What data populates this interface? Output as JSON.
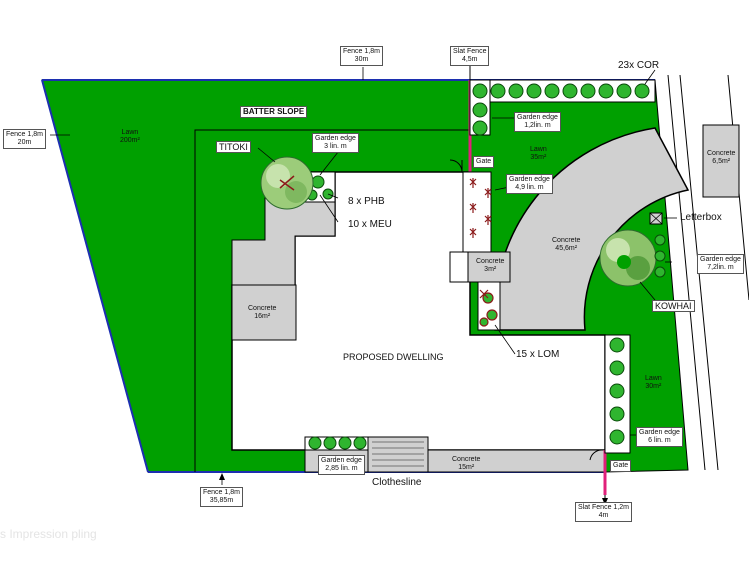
{
  "labels": {
    "fence_top": {
      "line1": "Fence 1,8m",
      "line2": "30m"
    },
    "slat_top": {
      "line1": "Slat Fence",
      "line2": "4,5m"
    },
    "cor": "23x COR",
    "fence_left": {
      "line1": "Fence 1,8m",
      "line2": "20m"
    },
    "lawn_main": {
      "line1": "Lawn",
      "line2": "200m²"
    },
    "batter": "BATTER SLOPE",
    "garden_top": {
      "line1": "Garden edge",
      "line2": "3 lin. m"
    },
    "titoki": "TITOKI",
    "phb": "8 x PHB",
    "meu": "10 x MEU",
    "garden_right_top": {
      "line1": "Garden edge",
      "line2": "1,2lin. m"
    },
    "gate_top": "Gate",
    "lawn_small": {
      "line1": "Lawn",
      "line2": "35m²"
    },
    "garden_49": {
      "line1": "Garden edge",
      "line2": "4,9 lin. m"
    },
    "concrete_far": {
      "line1": "Concrete",
      "line2": "6,5m²"
    },
    "letterbox": "Letterbox",
    "concrete_drive": {
      "line1": "Concrete",
      "line2": "45,6m²"
    },
    "concrete_3": {
      "line1": "Concrete",
      "line2": "3m²"
    },
    "garden_72": {
      "line1": "Garden edge",
      "line2": "7,2lin. m"
    },
    "kowhai": "KOWHAI",
    "concrete_16": {
      "line1": "Concrete",
      "line2": "16m²"
    },
    "lom": "15 x LOM",
    "dwelling": "PROPOSED DWELLING",
    "lawn_30": {
      "line1": "Lawn",
      "line2": "30m²"
    },
    "garden_6": {
      "line1": "Garden edge",
      "line2": "6 lin. m"
    },
    "garden_285": {
      "line1": "Garden edge",
      "line2": "2,85 lin. m"
    },
    "concrete_15": {
      "line1": "Concrete",
      "line2": "15m²"
    },
    "gate_bottom": "Gate",
    "clothesline": "Clothesline",
    "fence_bottom": {
      "line1": "Fence 1,8m",
      "line2": "35,85m"
    },
    "slat_bottom": {
      "line1": "Slat Fence 1,2m",
      "line2": "4m"
    },
    "watermark": "s Impression pling"
  },
  "colors": {
    "lawn": "#00a000",
    "concrete": "#d0d0d0",
    "fence": "#1c2fb0",
    "slat": "#e0207a",
    "dwelling": "#ffffff"
  }
}
